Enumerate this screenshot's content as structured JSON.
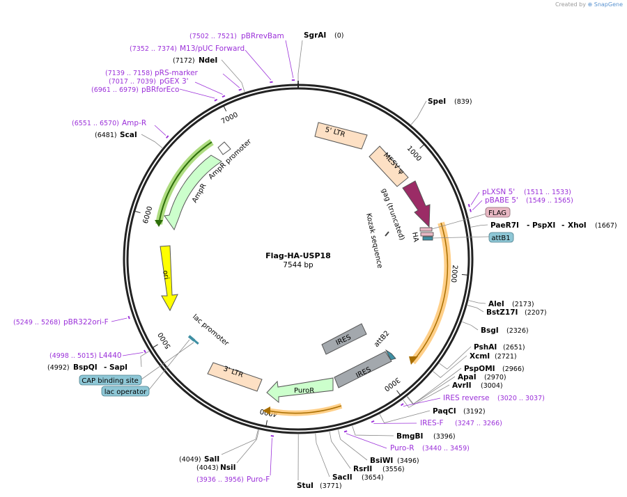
{
  "credit": {
    "prefix": "Created by",
    "brand": "SnapGene"
  },
  "plasmid": {
    "name": "Flag-HA-USP18",
    "length": 7544,
    "length_label": "7544 bp"
  },
  "ticks": [
    {
      "pos": 1000,
      "label": "1000"
    },
    {
      "pos": 2000,
      "label": "2000"
    },
    {
      "pos": 3000,
      "label": "3000"
    },
    {
      "pos": 4000,
      "label": "4000"
    },
    {
      "pos": 5000,
      "label": "5000"
    },
    {
      "pos": 6000,
      "label": "6000"
    },
    {
      "pos": 7000,
      "label": "7000"
    }
  ],
  "enzymes": [
    {
      "name": "SgrAI",
      "pos": "(0)",
      "at": 0
    },
    {
      "name": "SpeI",
      "pos": "(839)",
      "at": 839
    },
    {
      "name": "PaeR7I",
      "name2": "PspXI",
      "name3": "XhoI",
      "pos": "(1667)",
      "at": 1667
    },
    {
      "name": "AleI",
      "pos": "(2173)",
      "at": 2173
    },
    {
      "name": "BstZ17I",
      "pos": "(2207)",
      "at": 2207
    },
    {
      "name": "BsgI",
      "pos": "(2326)",
      "at": 2326
    },
    {
      "name": "PshAI",
      "pos": "(2651)",
      "at": 2651
    },
    {
      "name": "XcmI",
      "pos": "(2721)",
      "at": 2721
    },
    {
      "name": "PspOMI",
      "pos": "(2966)",
      "at": 2966
    },
    {
      "name": "ApaI",
      "pos": "(2970)",
      "at": 2970
    },
    {
      "name": "AvrII",
      "pos": "(3004)",
      "at": 3004
    },
    {
      "name": "PaqCI",
      "pos": "(3192)",
      "at": 3192
    },
    {
      "name": "BmgBI",
      "pos": "(3396)",
      "at": 3396
    },
    {
      "name": "BsiWI",
      "pos": "(3496)",
      "at": 3496
    },
    {
      "name": "RsrII",
      "pos": "(3556)",
      "at": 3556
    },
    {
      "name": "SacII",
      "pos": "(3654)",
      "at": 3654
    },
    {
      "name": "StuI",
      "pos": "(3771)",
      "at": 3771
    },
    {
      "name": "NsiI",
      "pos": "(4043)",
      "at": 4043
    },
    {
      "name": "SalI",
      "pos": "(4049)",
      "at": 4049
    },
    {
      "name": "BspQI",
      "name2": "SapI",
      "pos": "(4992)",
      "at": 4992
    },
    {
      "name": "ScaI",
      "pos": "(6481)",
      "at": 6481
    },
    {
      "name": "NdeI",
      "pos": "(7172)",
      "at": 7172
    }
  ],
  "primers": [
    {
      "name": "pBRrevBam",
      "range": "(7502 .. 7521)",
      "at": 7511
    },
    {
      "name": "M13/pUC Forward",
      "range": "(7352 .. 7374)",
      "at": 7363
    },
    {
      "name": "pRS-marker",
      "range": "(7139 .. 7158)",
      "at": 7148
    },
    {
      "name": "pGEX 3'",
      "range": "(7017 .. 7039)",
      "at": 7028
    },
    {
      "name": "pBRforEco",
      "range": "(6961 .. 6979)",
      "at": 6970
    },
    {
      "name": "Amp-R",
      "range": "(6551 .. 6570)",
      "at": 6560
    },
    {
      "name": "pLXSN 5'",
      "range": "(1511 .. 1533)",
      "at": 1522
    },
    {
      "name": "pBABE 5'",
      "range": "(1549 .. 1565)",
      "at": 1557
    },
    {
      "name": "IRES reverse",
      "range": "(3020 .. 3037)",
      "at": 3028
    },
    {
      "name": "IRES-F",
      "range": "(3247 .. 3266)",
      "at": 3256
    },
    {
      "name": "Puro-R",
      "range": "(3440 .. 3459)",
      "at": 3450
    },
    {
      "name": "Puro-F",
      "range": "(3936 .. 3956)",
      "at": 3946
    },
    {
      "name": "pBR322ori-F",
      "range": "(5249 .. 5268)",
      "at": 5258
    },
    {
      "name": "L4440",
      "range": "(4998 .. 5015)",
      "at": 5006
    }
  ],
  "features": {
    "ltr5": "5' LTR",
    "mesv": "MESV ψ",
    "gag": "gag (truncated)",
    "kozak": "Kozak sequence",
    "ha": "HA",
    "flag": "FLAG",
    "attb1": "attB1",
    "attb2": "attB2",
    "ires1": "IRES",
    "ires2": "IRES",
    "puror": "PuroR",
    "ltr3": "3' LTR",
    "lacp": "lac promoter",
    "ori": "ori",
    "ampr": "AmpR",
    "amprp": "AmpR promoter",
    "cap": "CAP binding site",
    "laco": "lac operator"
  },
  "colors": {
    "backbone": "#222222",
    "ltr": "#fde0c4",
    "gag": "#9b2c66",
    "ori": "#ffff00",
    "ampr": "#ccffcc",
    "ires": "#a3a8ad",
    "puror": "#ccffcc",
    "usp18": "#ffc773",
    "primer": "#9b30d9",
    "att": "#8ec7d6",
    "flag": "#e9b8c4"
  }
}
